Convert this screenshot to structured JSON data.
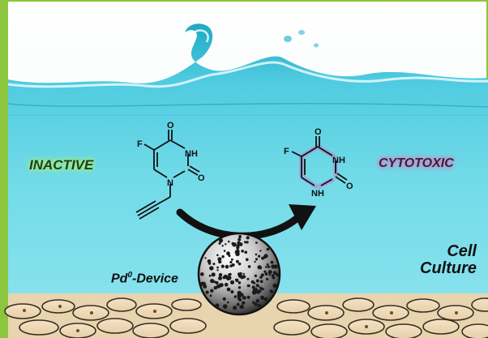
{
  "labels": {
    "inactive": "INACTIVE",
    "cytotoxic": "CYTOTOXIC",
    "device_base": "Pd",
    "device_superscript": "0",
    "device_suffix": "-Device",
    "cell_line1": "Cell",
    "cell_line2": "Culture"
  },
  "molecule_prodrug": {
    "atoms": {
      "fluorine": "F",
      "oxygen_top": "O",
      "oxygen_right": "O",
      "nh": "NH",
      "n": "N"
    }
  },
  "molecule_drug": {
    "atoms": {
      "fluorine": "F",
      "oxygen_top": "O",
      "oxygen_right": "O",
      "nh_right": "NH",
      "nh_bottom": "NH"
    }
  },
  "colors": {
    "border": "#8cc63e",
    "water": "#5fd1df",
    "inactive_glow": "#9cf06a",
    "cytotoxic_glow": "#c774c4"
  },
  "icons": [
    "conversion-arrow-icon",
    "pd-device-sphere-icon",
    "cell-layer-icon"
  ]
}
